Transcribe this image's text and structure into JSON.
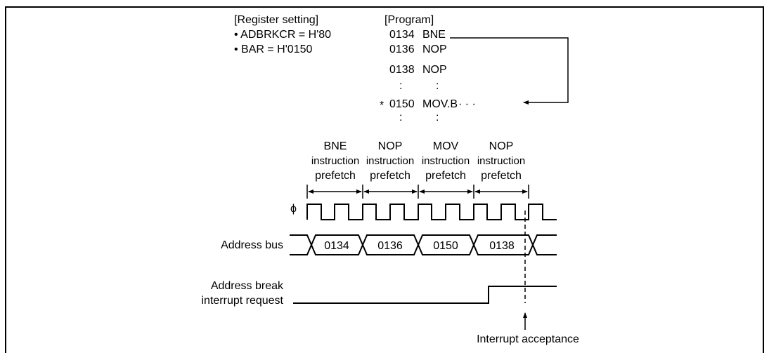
{
  "register_setting": {
    "heading": "[Register setting]",
    "lines": [
      "• ADBRKCR = H'80",
      "• BAR = H'0150"
    ]
  },
  "program": {
    "heading": "[Program]",
    "rows": [
      {
        "addr": "0134",
        "instr": "BNE"
      },
      {
        "addr": "0136",
        "instr": "NOP"
      },
      {
        "addr": "0138",
        "instr": "NOP"
      },
      {
        "addr": "0150",
        "instr": "MOV.B",
        "marker": "*"
      }
    ],
    "trailing_dots": "· · ·",
    "vdots": ":"
  },
  "prefetch": [
    {
      "l1": "BNE",
      "l2": "instruction",
      "l3": "prefetch"
    },
    {
      "l1": "NOP",
      "l2": "instruction",
      "l3": "prefetch"
    },
    {
      "l1": "MOV",
      "l2": "instruction",
      "l3": "prefetch"
    },
    {
      "l1": "NOP",
      "l2": "instruction",
      "l3": "prefetch"
    }
  ],
  "signals": {
    "phi_label": "ϕ",
    "address_bus_label": "Address bus",
    "address_values": [
      "0134",
      "0136",
      "0150",
      "0138"
    ],
    "irq_label_1": "Address break",
    "irq_label_2": "interrupt request",
    "acceptance_label": "Interrupt acceptance"
  }
}
